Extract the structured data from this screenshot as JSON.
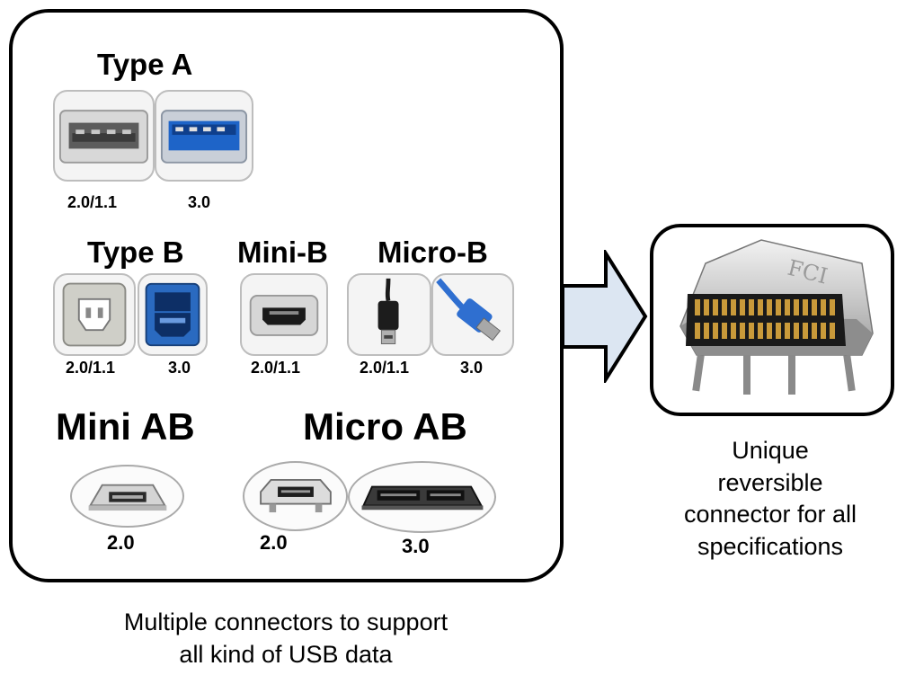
{
  "left_panel": {
    "type_a": {
      "title": "Type A",
      "labels": [
        "2.0/1.1",
        "3.0"
      ]
    },
    "type_b": {
      "title": "Type B",
      "labels": [
        "2.0/1.1",
        "3.0"
      ]
    },
    "mini_b": {
      "title": "Mini-B",
      "labels": [
        "2.0/1.1"
      ]
    },
    "micro_b": {
      "title": "Micro-B",
      "labels": [
        "2.0/1.1",
        "3.0"
      ]
    },
    "mini_ab": {
      "title": "Mini AB",
      "labels": [
        "2.0"
      ]
    },
    "micro_ab": {
      "title": "Micro AB",
      "labels": [
        "2.0",
        "3.0"
      ]
    },
    "caption": [
      "Multiple connectors to support",
      "all kind of USB data"
    ]
  },
  "right_panel": {
    "connector_marking": "FCI",
    "caption": [
      "Unique",
      "reversible",
      "connector for all",
      "specifications"
    ]
  },
  "colors": {
    "usb3_blue": "#1e64c8",
    "arrow_fill": "#dce6f2",
    "frame_border": "#000000"
  },
  "icons": [
    "usb-type-a-2-icon",
    "usb-type-a-3-icon",
    "usb-type-b-2-icon",
    "usb-type-b-3-icon",
    "usb-mini-b-icon",
    "usb-micro-b-2-icon",
    "usb-micro-b-3-icon",
    "usb-mini-ab-icon",
    "usb-micro-ab-2-icon",
    "usb-micro-ab-3-icon",
    "usb-type-c-icon",
    "right-arrow-icon"
  ]
}
